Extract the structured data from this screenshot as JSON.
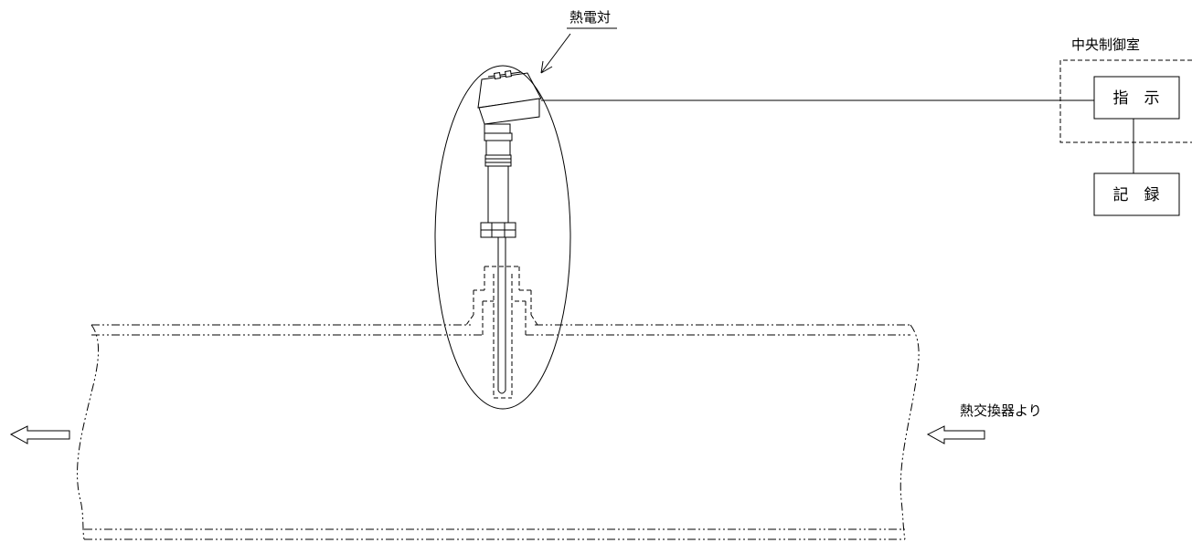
{
  "labels": {
    "thermocouple": "熱電対",
    "central_control_room": "中央制御室",
    "indicator": "指　示",
    "recorder": "記　録",
    "from_heat_exchanger": "熱交換器より"
  }
}
